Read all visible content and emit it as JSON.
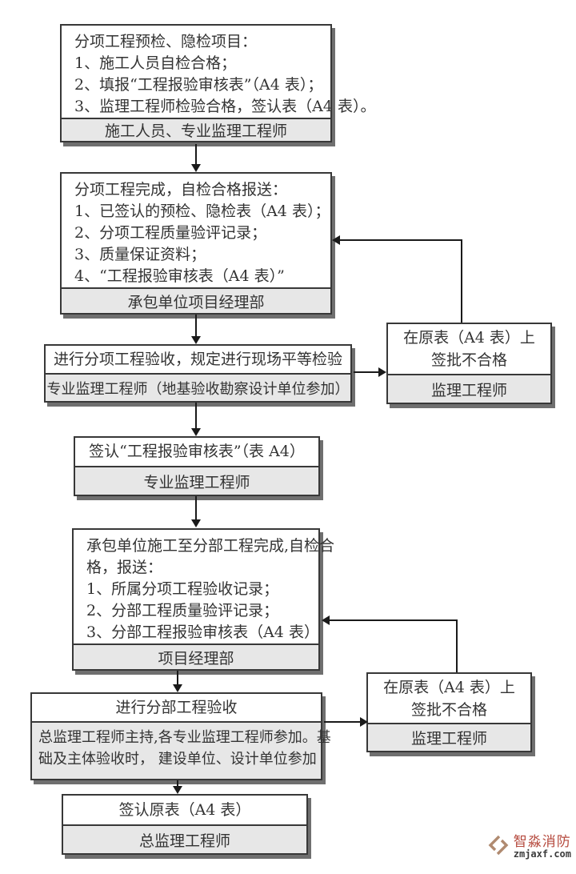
{
  "colors": {
    "background": "#ffffff",
    "box_border": "#383838",
    "box_shadow": "#6f6f6f",
    "footer_fill": "#e7e7e7",
    "text": "#333333",
    "arrow": "#1a1a1a",
    "brand_red": "#b5493d",
    "brand_tan": "#b08a70"
  },
  "boxes": {
    "box1": {
      "lines": [
        "分项工程预检、隐检项目：",
        "1、施工人员自检合格；",
        "2、填报“工程报验审核表”（A4 表）；",
        "3、监理工程师检验合格，签认表（A4 表）。"
      ],
      "footer": "施工人员、专业监理工程师"
    },
    "box2": {
      "lines": [
        "分项工程完成，自检合格报送：",
        "1、已签认的预检、隐检表（A4 表）；",
        "2、分项工程质量验评记录；",
        "3、质量保证资料；",
        "4、“工程报验审核表（A4 表）”"
      ],
      "footer": "承包单位项目经理部"
    },
    "box3": {
      "header": "进行分项工程验收，规定进行现场平等检验",
      "footer": "专业监理工程师（地基验收勘察设计单位参加）"
    },
    "box4": {
      "header": "签认“工程报验审核表”（表 A4）",
      "footer": "专业监理工程师"
    },
    "box5": {
      "lines": [
        "承包单位施工至分部工程完成,自检合",
        "格，报送：",
        "1、所属分项工程验收记录；",
        "2、分部工程质量验评记录；",
        "3、分部工程报验审核表（A4 表）"
      ],
      "footer": "项目经理部"
    },
    "box6": {
      "header": "进行分部工程验收",
      "footer_lines": [
        "总监理工程师主持,各专业监理工程师参加。基",
        "础及主体验收时， 建设单位、设计单位参加"
      ]
    },
    "box7": {
      "header": "签认原表（A4 表）",
      "footer": "总监理工程师"
    },
    "sideA": {
      "lines": [
        "在原表（A4 表）上",
        "签批不合格"
      ],
      "footer": "监理工程师"
    },
    "sideB": {
      "lines": [
        "在原表（A4 表）上",
        "签批不合格"
      ],
      "footer": "监理工程师"
    }
  },
  "watermark": {
    "brand": "智淼消防",
    "domain": "zmjaxf.com"
  }
}
